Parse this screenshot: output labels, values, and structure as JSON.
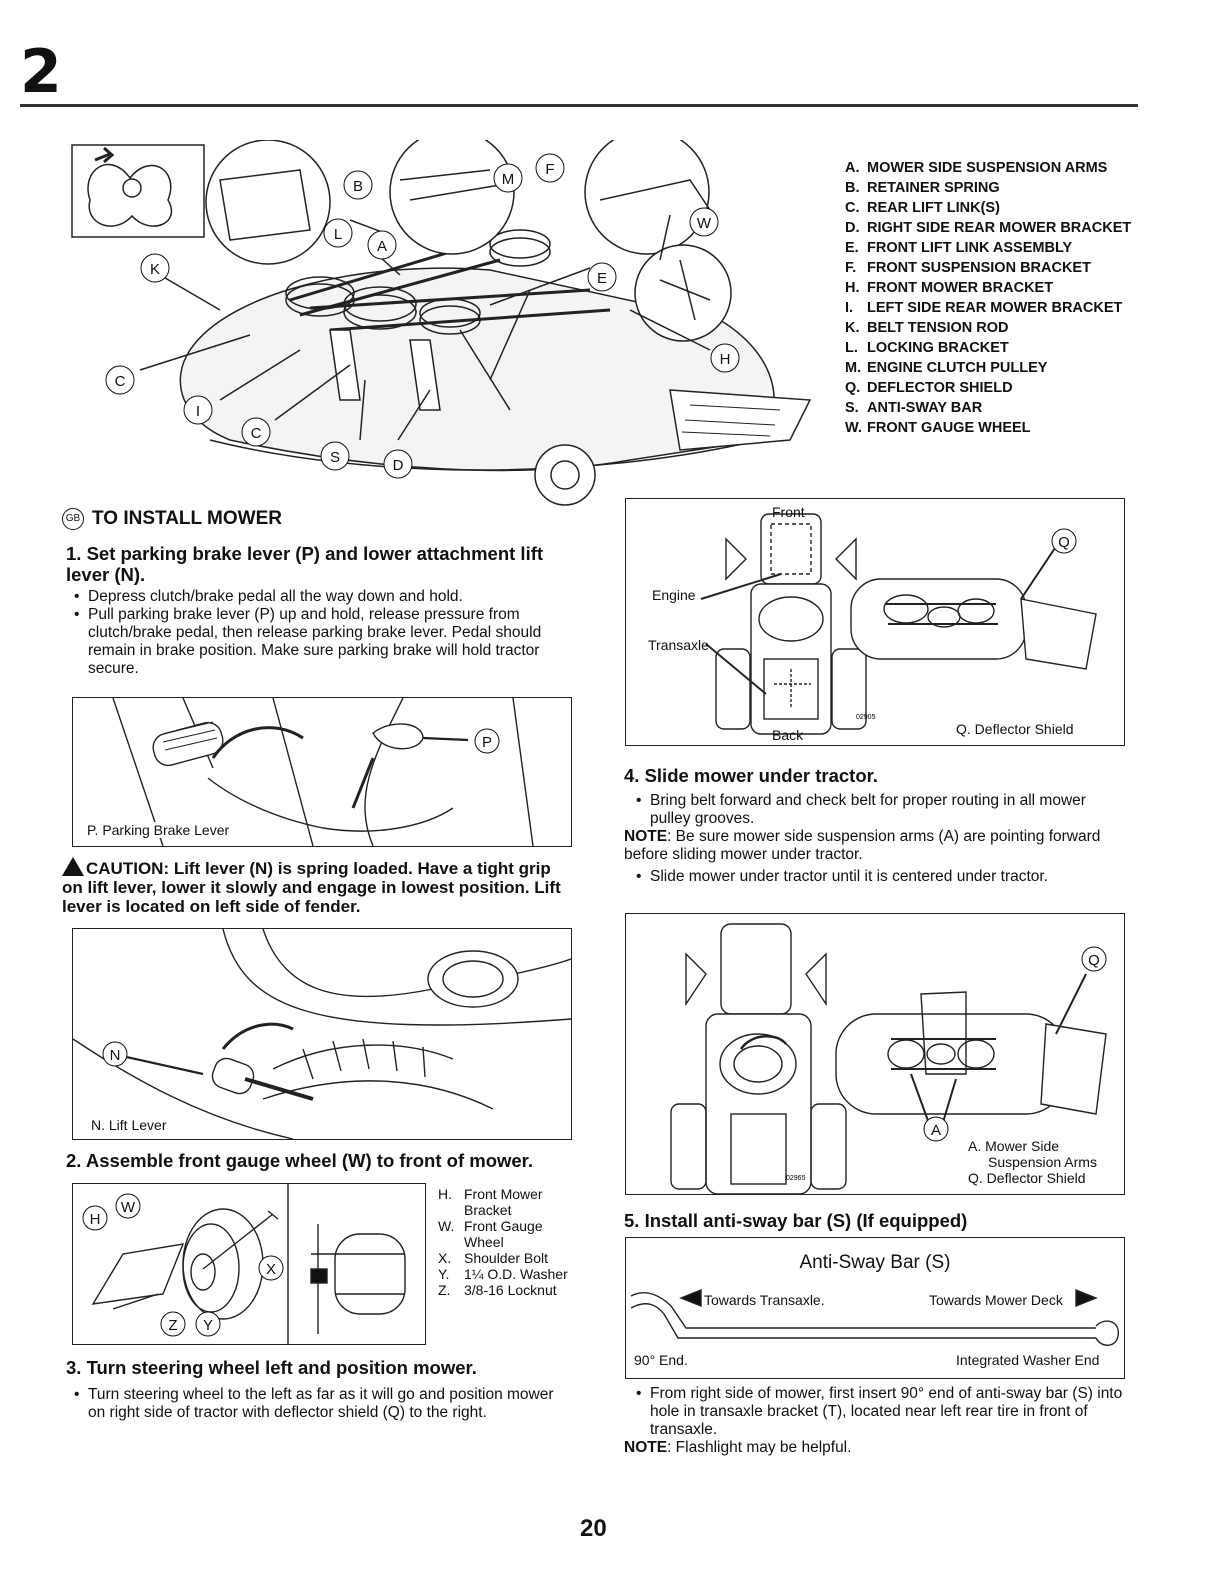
{
  "page": {
    "chapter": "2",
    "page_number": "20"
  },
  "main_figure": {
    "callouts": [
      "B",
      "M",
      "F",
      "L",
      "A",
      "W",
      "K",
      "E",
      "C",
      "H",
      "I",
      "C",
      "S",
      "D"
    ],
    "legend": [
      {
        "key": "A.",
        "text": "MOWER SIDE SUSPENSION ARMS"
      },
      {
        "key": "B.",
        "text": "RETAINER SPRING"
      },
      {
        "key": "C.",
        "text": "REAR LIFT LINK(S)"
      },
      {
        "key": "D.",
        "text": "RIGHT SIDE REAR MOWER BRACKET"
      },
      {
        "key": "E.",
        "text": "FRONT LIFT LINK ASSEMBLY"
      },
      {
        "key": "F.",
        "text": "FRONT SUSPENSION BRACKET"
      },
      {
        "key": "H.",
        "text": "FRONT MOWER BRACKET"
      },
      {
        "key": "I.",
        "text": "LEFT SIDE REAR MOWER BRACKET"
      },
      {
        "key": "K.",
        "text": "BELT TENSION ROD"
      },
      {
        "key": "L.",
        "text": "LOCKING BRACKET"
      },
      {
        "key": "M.",
        "text": "ENGINE CLUTCH PULLEY"
      },
      {
        "key": "Q.",
        "text": "DEFLECTOR SHIELD"
      },
      {
        "key": "S.",
        "text": "ANTI-SWAY BAR"
      },
      {
        "key": "W.",
        "text": "FRONT GAUGE WHEEL"
      }
    ]
  },
  "section": {
    "lang_badge": "GB",
    "title": "TO INSTALL MOWER"
  },
  "step1": {
    "heading": "1. Set parking brake lever (P) and lower attachment lift lever (N).",
    "bullets": [
      "Depress clutch/brake pedal all the way down and hold.",
      "Pull parking brake lever (P) up and hold, release pressure from clutch/brake pedal, then release parking brake lever. Pedal should remain in brake position. Make sure parking brake will hold tractor secure."
    ]
  },
  "fig_brake": {
    "callout": "P",
    "caption": "P.  Parking Brake Lever"
  },
  "caution": {
    "text": "CAUTION: Lift lever (N) is spring loaded. Have a tight grip on lift lever, lower it slowly and engage in lowest position. Lift lever is located on left side of fender."
  },
  "fig_lift": {
    "callout": "N",
    "caption": "N.  Lift Lever"
  },
  "step2": {
    "heading": "2. Assemble front gauge wheel (W) to front of mower."
  },
  "fig_wheel": {
    "callouts": [
      "H",
      "W",
      "X",
      "Z",
      "Y"
    ],
    "legend": [
      {
        "key": "H.",
        "text": "Front Mower Bracket"
      },
      {
        "key": "W.",
        "text": "Front Gauge Wheel"
      },
      {
        "key": "X.",
        "text": "Shoulder Bolt"
      },
      {
        "key": "Y.",
        "text": "1¼ O.D. Washer"
      },
      {
        "key": "Z.",
        "text": "3/8-16 Locknut"
      }
    ]
  },
  "step3": {
    "heading": "3. Turn steering wheel left and position mower.",
    "bullets": [
      "Turn steering wheel to the left as far as it will go and position mower on right side of tractor with deflector shield (Q) to the right."
    ]
  },
  "fig_top": {
    "front": "Front",
    "engine": "Engine",
    "transaxle": "Transaxle",
    "back": "Back",
    "callout": "Q",
    "caption": "Q.  Deflector Shield",
    "code": "02905"
  },
  "step4": {
    "heading": "4. Slide mower under tractor.",
    "bullet1": "Bring belt forward and check belt for proper routing in all mower pulley grooves.",
    "note_label": "NOTE",
    "note": ": Be sure mower side suspension arms (A) are pointing forward before sliding mower under tractor.",
    "bullet2": "Slide mower under tractor until it is centered under tractor."
  },
  "fig_slide": {
    "callouts": [
      "Q",
      "A"
    ],
    "caption_a1": "A. Mower Side",
    "caption_a2": "Suspension Arms",
    "caption_q": "Q. Deflector Shield",
    "code": "02965"
  },
  "step5": {
    "heading": "5. Install anti-sway bar (S) (If equipped)"
  },
  "fig_bar": {
    "title": "Anti-Sway Bar (S)",
    "towards_left": "Towards Transaxle.",
    "towards_right": "Towards Mower Deck",
    "end_left": "90° End.",
    "end_right": "Integrated Washer End"
  },
  "step5_body": {
    "bullet": "From right side of mower, first insert 90° end of anti-sway bar (S) into hole in transaxle bracket (T), located near left rear tire in front of transaxle.",
    "note_label": "NOTE",
    "note": ": Flashlight may be helpful."
  }
}
